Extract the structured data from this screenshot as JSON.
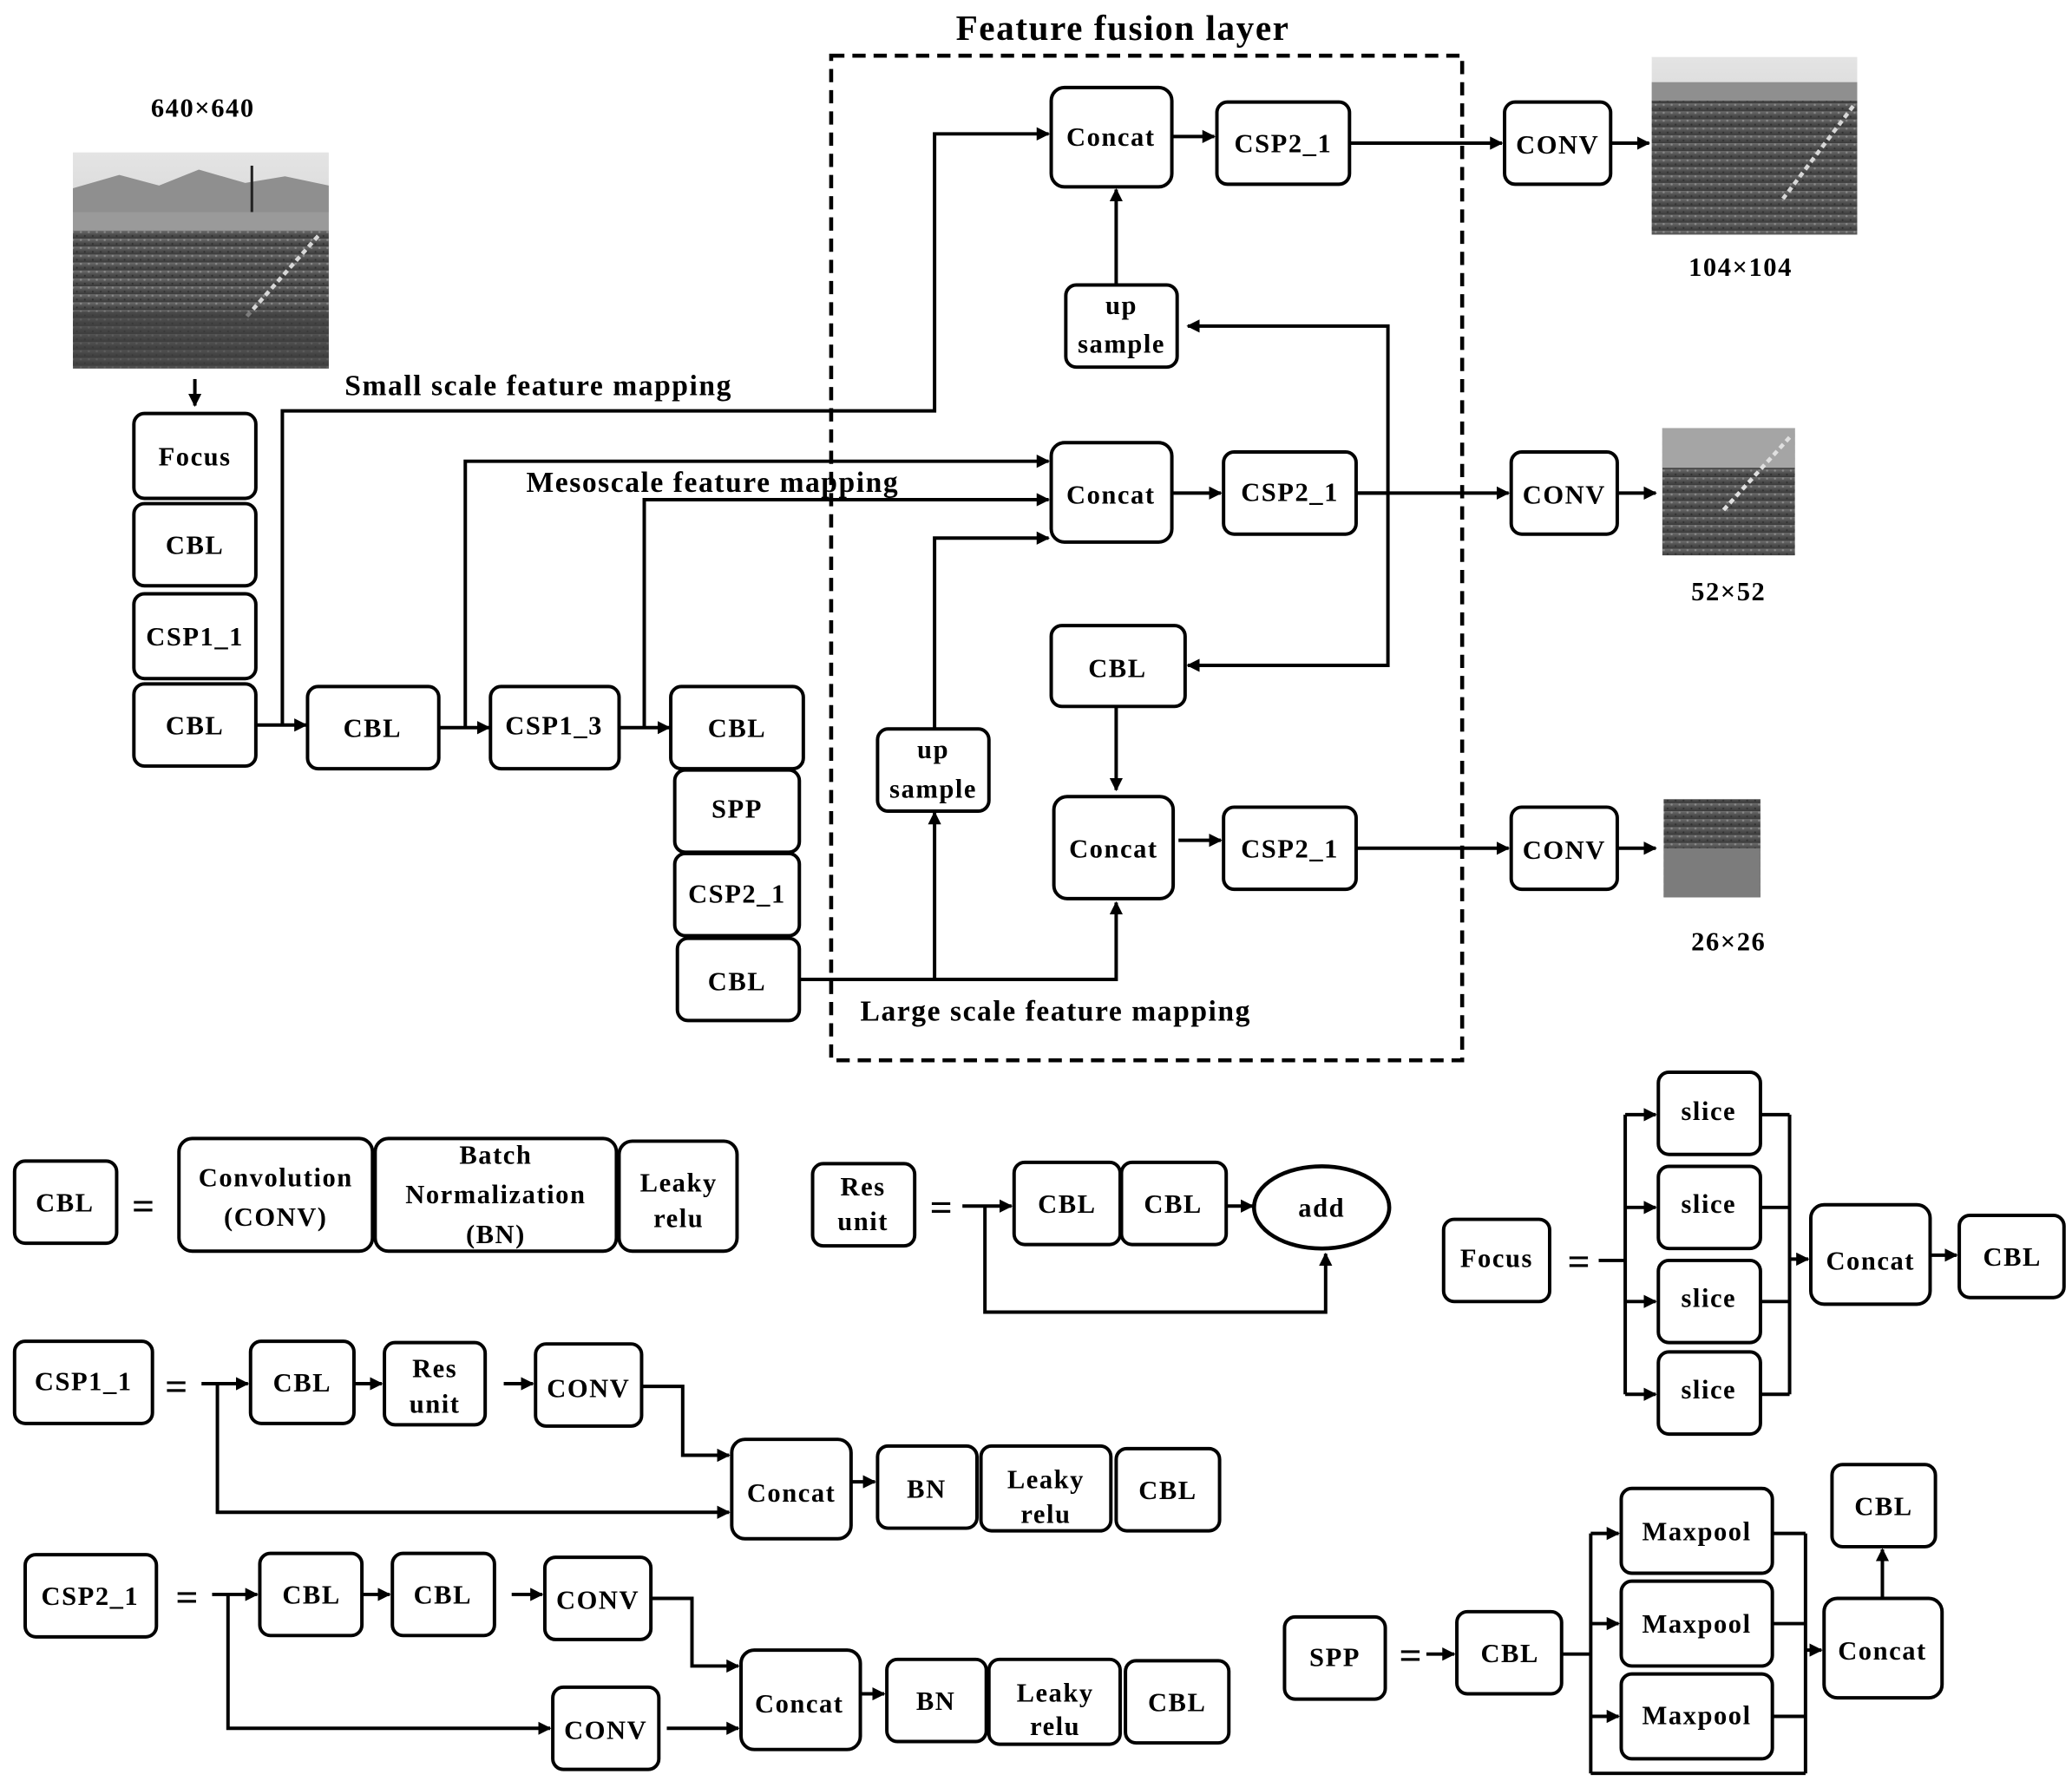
{
  "title": "Feature fusion layer",
  "colors": {
    "line": "#000000",
    "background": "#ffffff",
    "image_tone": "#6a6a6a"
  },
  "main": {
    "input_size": "640×640",
    "backbone": [
      "Focus",
      "CBL",
      "CSP1_1",
      "CBL",
      "CBL",
      "CSP1_3"
    ],
    "neck_column": [
      "CBL",
      "SPP",
      "CSP2_1",
      "CBL"
    ],
    "mapping_labels": {
      "small": "Small scale feature mapping",
      "meso": "Mesoscale feature mapping",
      "large": "Large scale feature mapping"
    },
    "concat": "Concat",
    "csp": "CSP2_1",
    "upsample": [
      "up",
      "sample"
    ],
    "cbl": "CBL",
    "conv": "CONV",
    "outputs": [
      "104×104",
      "52×52",
      "26×26"
    ]
  },
  "legend": {
    "cbl": {
      "name": "CBL",
      "eq": "=",
      "parts": [
        [
          "Convolution",
          "(CONV)"
        ],
        [
          "Batch",
          "Normalization",
          "(BN)"
        ],
        [
          "Leaky",
          "relu"
        ]
      ]
    },
    "res": {
      "name": [
        "Res",
        "unit"
      ],
      "eq": "=",
      "cbl": "CBL",
      "add": "add"
    },
    "focus": {
      "name": "Focus",
      "eq": "=",
      "slice": "slice",
      "concat": "Concat",
      "cbl": "CBL"
    },
    "csp1": {
      "name": "CSP1_1",
      "eq": "=",
      "cbl": "CBL",
      "res": [
        "Res",
        "unit"
      ],
      "conv": "CONV",
      "concat": "Concat",
      "bn": "BN",
      "leaky": [
        "Leaky",
        "relu"
      ],
      "cbl2": "CBL"
    },
    "csp2": {
      "name": "CSP2_1",
      "eq": "=",
      "cbl": "CBL",
      "conv": "CONV",
      "concat": "Concat",
      "bn": "BN",
      "leaky": [
        "Leaky",
        "relu"
      ],
      "cbl2": "CBL"
    },
    "spp": {
      "name": "SPP",
      "eq": "=",
      "cbl": "CBL",
      "maxpool": "Maxpool",
      "concat": "Concat"
    }
  }
}
